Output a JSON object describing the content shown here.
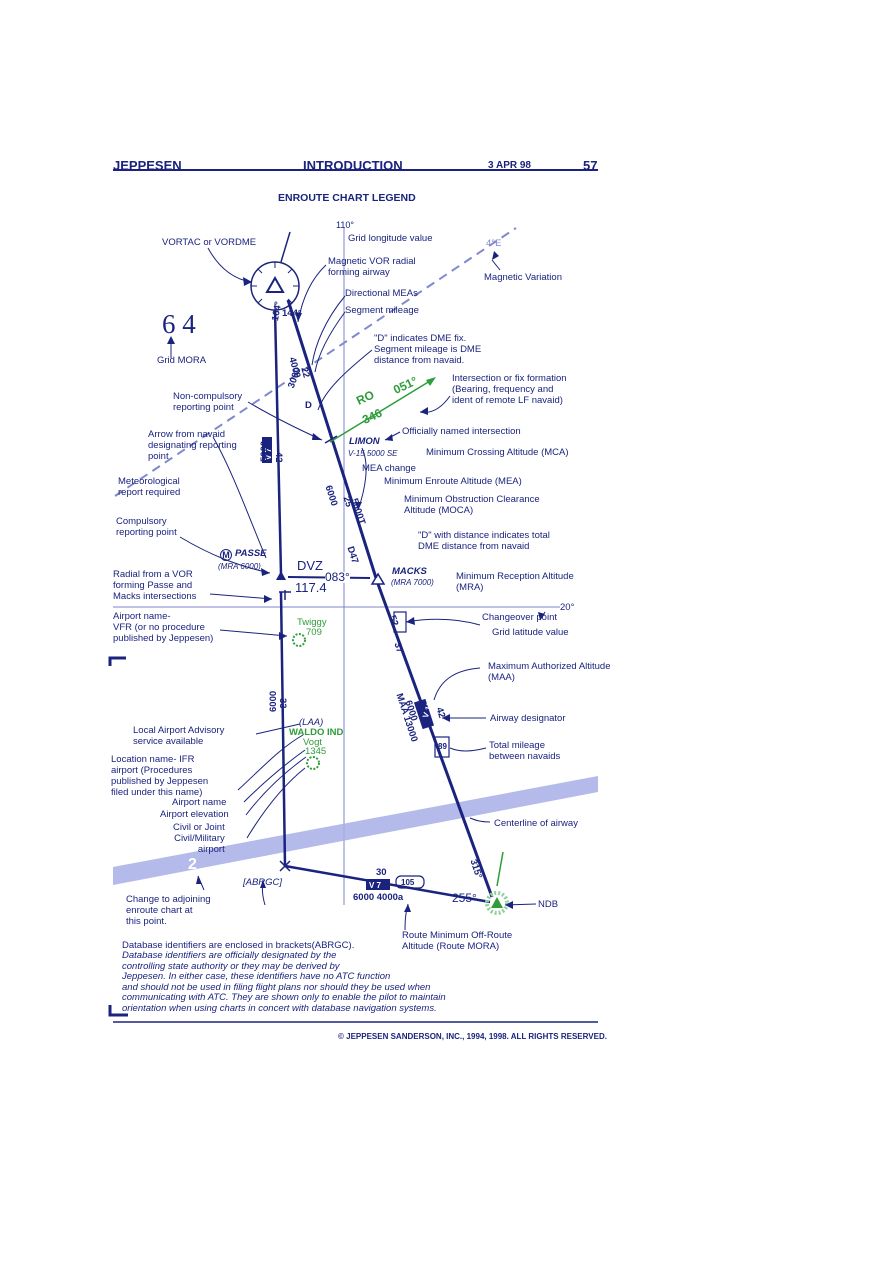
{
  "header": {
    "brand": "JEPPESEN",
    "section": "INTRODUCTION",
    "date": "3 APR 98",
    "page": "57",
    "title": "ENROUTE CHART LEGEND"
  },
  "chart_labels": {
    "grid_lon_value": "110°",
    "grid_lon_caption": "Grid longitude value",
    "vortac": "VORTAC or VORDME",
    "mag_radial": "Magnetic VOR radial\nforming airway",
    "mag_variation": "Magnetic Variation",
    "mag_var_value": "4°E",
    "directional_meas": "Directional MEAs",
    "segment_mileage": "Segment mileage",
    "grid_mora_value": "6 4",
    "grid_mora": "Grid MORA",
    "radial_144": "144°",
    "radial_164": "164°",
    "mea_4000": "4000",
    "mea_3000": "3000",
    "seg_22": "22",
    "d_fix": "D",
    "dme_fix": "\"D\" indicates DME fix.\nSegment mileage is DME\ndistance from navaid.",
    "ro": "RO",
    "bearing_051": "051°",
    "freq_346": "346",
    "intersection": "Intersection or fix formation\n(Bearing, frequency and\nident of remote LF navaid)",
    "non_compulsory": "Non-compulsory\nreporting point",
    "arrow_from_navaid": "Arrow from navaid\ndesignating reporting\npoint",
    "limon": "LIMON",
    "official_intersection": "Officially named intersection",
    "mca_note": "V-15 5000 SE",
    "mca": "Minimum Crossing Altitude (MCA)",
    "mea_change": "MEA change",
    "meteorological": "Meteorological\nreport required",
    "mea": "Minimum Enroute Altitude (MEA)",
    "moca": "Minimum Obstruction Clearance\nAltitude (MOCA)",
    "mea_6000": "6000",
    "moca_5000": "5000T",
    "seg_25": "25",
    "v7_label": "V 7",
    "v7_mileage": "42",
    "v7_mea": "5000",
    "compulsory": "Compulsory\nreporting point",
    "passe": "PASSE",
    "passe_mra": "(MRA 6000)",
    "passe_symbol": "M",
    "dme_total": "\"D\" with distance indicates total\nDME distance from navaid",
    "d47": "D47",
    "dvz": "DVZ",
    "radial_083": "083°",
    "freq_117": "117.4",
    "radial_vor": "Radial from a VOR\nforming Passe and\nMacks intersections",
    "macks": "MACKS",
    "macks_mra": "(MRA 7000)",
    "mra": "Minimum Reception Altitude\n(MRA)",
    "grid_lat_value": "20°",
    "grid_lat_caption": "Grid latitude value",
    "changeover": "Changeover point",
    "co_52": "52",
    "co_37": "37",
    "airport_name_vfr": "Airport name-\nVFR (or no procedure\npublished by Jeppesen)",
    "twiggy": "Twiggy",
    "twiggy_elev": "709",
    "maa": "Maximum Authorized Altitude\n(MAA)",
    "v15_label": "V 15",
    "v15_seg": "42",
    "v15_mea": "6000",
    "maa_value": "MAA 13000",
    "airway_designator": "Airway designator",
    "total_mileage_value": "89",
    "total_mileage": "Total mileage\nbetween navaids",
    "local_advisory": "Local Airport Advisory\nservice available",
    "laa": "(LAA)",
    "waldo": "WALDO IND",
    "vogt": "Vogt",
    "vogt_elev": "1345",
    "v_mea_6000": "6000",
    "v_seg_33": "33",
    "location_name": "Location name- IFR\nairport (Procedures\npublished by Jeppesen\nfiled under this name)",
    "airport_name": "Airport name",
    "airport_elevation": "Airport elevation",
    "civil_military": "Civil or Joint\nCivil/Military\nairport",
    "centerline": "Centerline of airway",
    "chart_change_num": "2",
    "change_chart": "Change to adjoining\nenroute chart at\nthis point.",
    "abrgc": "[ABRGC]",
    "v7_bottom_label": "V 7",
    "v7_bottom_seg": "30",
    "v7_bottom_total": "105",
    "alt_6000_4000": "6000 4000a",
    "radial_255": "255°",
    "radial_315": "315°",
    "ndb": "NDB",
    "route_mora": "Route Minimum Off-Route\nAltitude (Route MORA)"
  },
  "footnote": {
    "line1": "Database identifiers are enclosed in brackets(ABRGC).",
    "line2": "Database identifiers are officially designated by the\ncontrolling state authority or they may be derived by\nJeppesen. In either case, these identifiers have no ATC function\nand should not be used in filing flight plans nor should they be used when\ncommunicating with ATC. They are shown only to enable the pilot to maintain\norientation when using charts in concert with database navigation systems."
  },
  "copyright": "© JEPPESEN SANDERSON, INC., 1994, 1998. ALL RIGHTS RESERVED.",
  "colors": {
    "navy": "#1a237e",
    "green": "#2e9d3a",
    "lavender": "#a7aee6"
  }
}
